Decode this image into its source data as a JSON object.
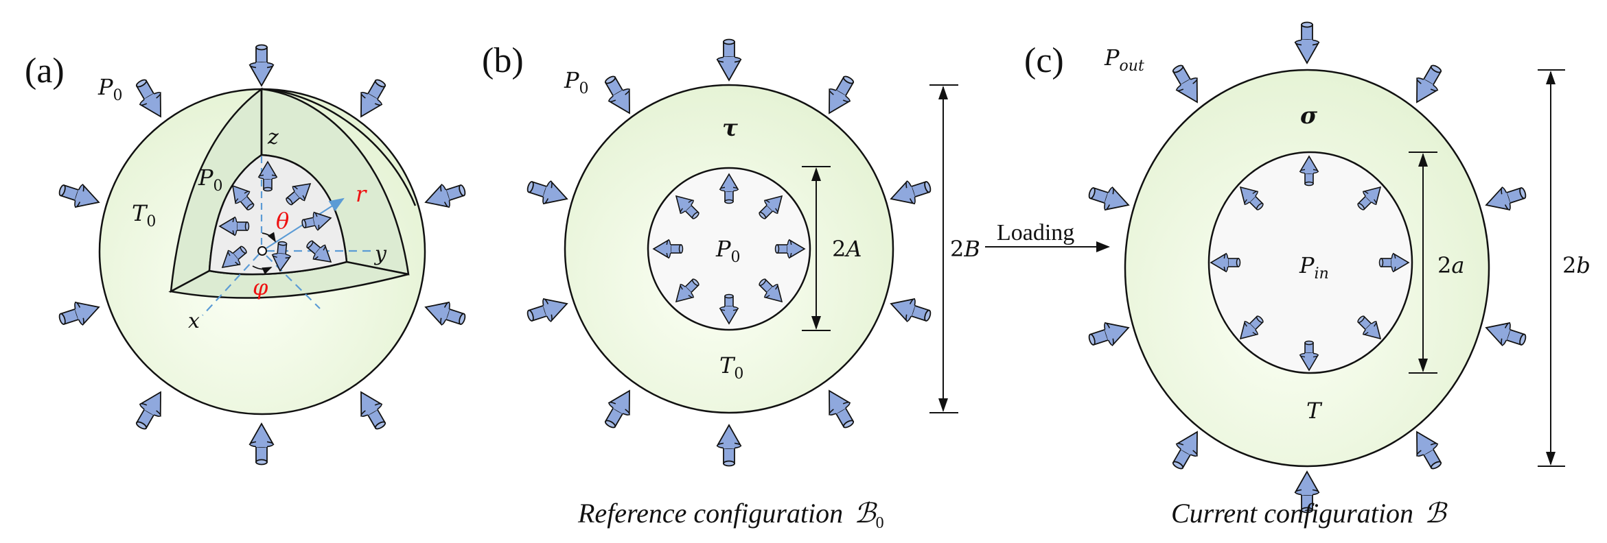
{
  "colors": {
    "shell_fill": "#e9f5dc",
    "shell_center": "#f8fdf0",
    "cut_face": "#dcebd2",
    "cavity_fill": "#ededed",
    "cavity_fill_2d": "#f8f8f8",
    "arrow_fill": "#8fa8dd",
    "axis_dash": "#5b9bd5",
    "angle_label": "#ee1111"
  },
  "panel_a": {
    "label": "(a)",
    "outer_pressure": "P",
    "outer_pressure_sub": "0",
    "inner_pressure": "P",
    "inner_pressure_sub": "0",
    "temperature": "T",
    "temperature_sub": "0",
    "axis_z": "z",
    "axis_y": "y",
    "axis_x": "x",
    "radial": "r",
    "polar_angle": "θ",
    "azimuth_angle": "φ"
  },
  "panel_b": {
    "label": "(b)",
    "outer_pressure": "P",
    "outer_pressure_sub": "0",
    "stress": "τ",
    "inner_pressure": "P",
    "inner_pressure_sub": "0",
    "temperature": "T",
    "temperature_sub": "0",
    "inner_dim_num": "2",
    "inner_dim_var": "A",
    "outer_dim_num": "2",
    "outer_dim_var": "B",
    "caption": "Reference configuration",
    "caption_symbol": "ℬ",
    "caption_symbol_sub": "0"
  },
  "transition": {
    "label": "Loading"
  },
  "panel_c": {
    "label": "(c)",
    "outer_pressure": "P",
    "outer_pressure_sub": "out",
    "stress": "σ",
    "inner_pressure": "P",
    "inner_pressure_sub": "in",
    "temperature": "T",
    "inner_dim_num": "2",
    "inner_dim_var": "a",
    "outer_dim_num": "2",
    "outer_dim_var": "b",
    "caption": "Current configuration",
    "caption_symbol": "ℬ"
  }
}
